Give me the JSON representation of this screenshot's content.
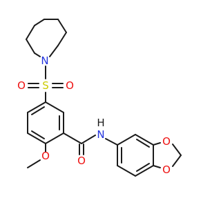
{
  "atoms": {
    "piperidine_N": {
      "element": "N",
      "label": "N",
      "color": "#2233dd"
    },
    "sulfonyl_S": {
      "element": "S",
      "label": "S",
      "color": "#cccc00"
    },
    "sulfonyl_O_left": {
      "element": "O",
      "label": "O",
      "color": "#ee1111"
    },
    "sulfonyl_O_right": {
      "element": "O",
      "label": "O",
      "color": "#ee1111"
    },
    "amide_NH": {
      "element": "N",
      "label": "H\nN",
      "h_label": "H",
      "n_label": "N",
      "color": "#2233dd"
    },
    "amide_O": {
      "element": "O",
      "label": "O",
      "color": "#ee1111"
    },
    "methoxy_O": {
      "element": "O",
      "label": "O",
      "color": "#ee1111"
    },
    "dioxole_O_top": {
      "element": "O",
      "label": "O",
      "color": "#ee1111"
    },
    "dioxole_O_bottom": {
      "element": "O",
      "label": "O",
      "color": "#ee1111"
    }
  },
  "colors": {
    "bond": "#1a1a1a",
    "nitrogen": "#2233dd",
    "oxygen": "#ee1111",
    "sulfur": "#cccc00",
    "background": "#ffffff"
  }
}
